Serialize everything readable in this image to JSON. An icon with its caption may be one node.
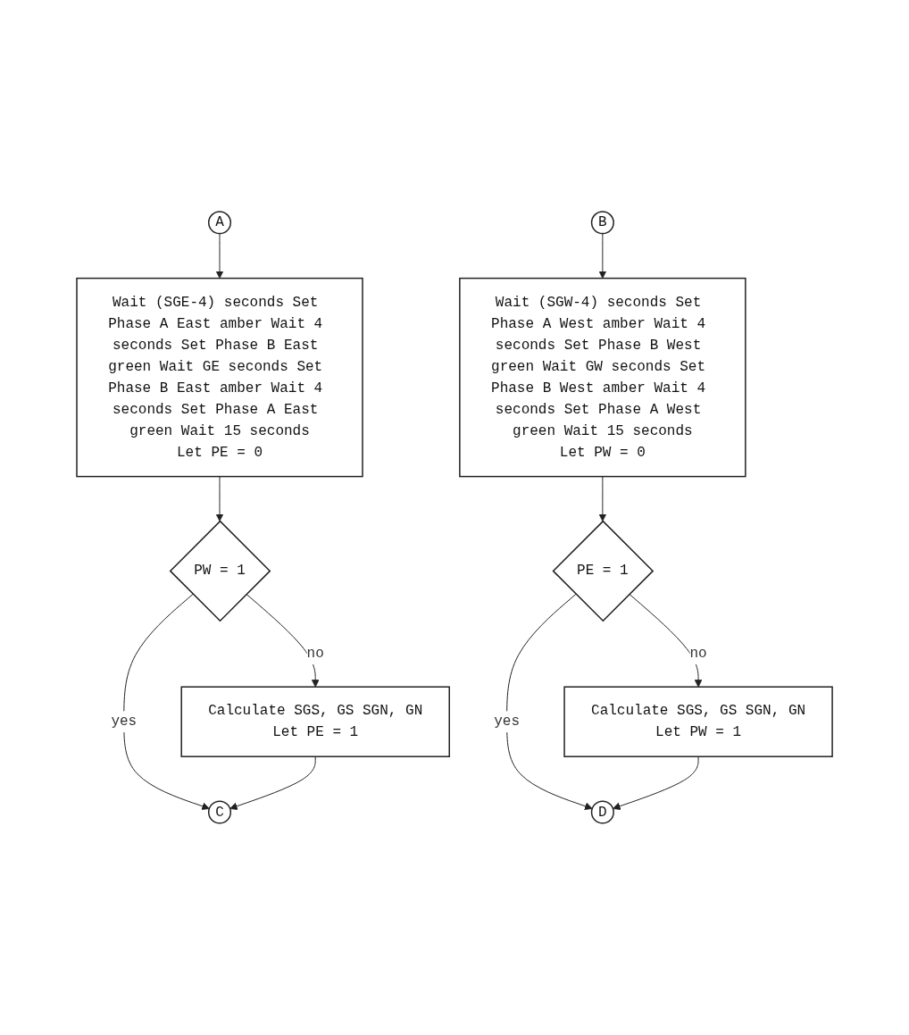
{
  "diagram": {
    "nodes": [
      {
        "text": [
          "A"
        ]
      },
      {
        "text": [
          "Wait (SGE-4) seconds Set Phase A East amber Wait 4 seconds Set Phase B East green Wait GE seconds Set Phase B East amber Wait 4 seconds Set Phase A East green Wait 15 seconds",
          "Let PE = 0"
        ]
      },
      {
        "text": [
          "PW = 1"
        ]
      },
      {
        "text": [
          "Calculate SGS, GS SGN, GN",
          "Let PE = 1"
        ]
      },
      {
        "text": [
          "C"
        ]
      },
      {
        "text": [
          "B"
        ]
      },
      {
        "text": [
          "Wait (SGW-4) seconds Set Phase A West amber Wait 4 seconds Set Phase B West green Wait GW seconds Set Phase B West amber Wait 4 seconds Set Phase A West green Wait 15 seconds",
          "Let PW = 0"
        ]
      },
      {
        "text": [
          "PE = 1"
        ]
      },
      {
        "text": [
          "Calculate SGS, GS SGN, GN",
          "Let PW = 1"
        ]
      },
      {
        "text": [
          "D"
        ]
      }
    ],
    "edges": [
      {
        "from": 0,
        "to": 1,
        "arrow": "to"
      },
      {
        "from": 1,
        "to": 2,
        "arrow": "to"
      },
      {
        "from": 2,
        "to": 4,
        "arrow": "to",
        "label": "yes"
      },
      {
        "from": 2,
        "to": 3,
        "arrow": "to",
        "label": "no"
      },
      {
        "from": 3,
        "to": 4,
        "arrow": "to"
      },
      {
        "from": 5,
        "to": 6,
        "arrow": "to"
      },
      {
        "from": 6,
        "to": 7,
        "arrow": "to"
      },
      {
        "from": 7,
        "to": 9,
        "arrow": "to",
        "label": "yes"
      },
      {
        "from": 7,
        "to": 8,
        "arrow": "to",
        "label": "no"
      },
      {
        "from": 8,
        "to": 9,
        "arrow": "to"
      }
    ]
  }
}
